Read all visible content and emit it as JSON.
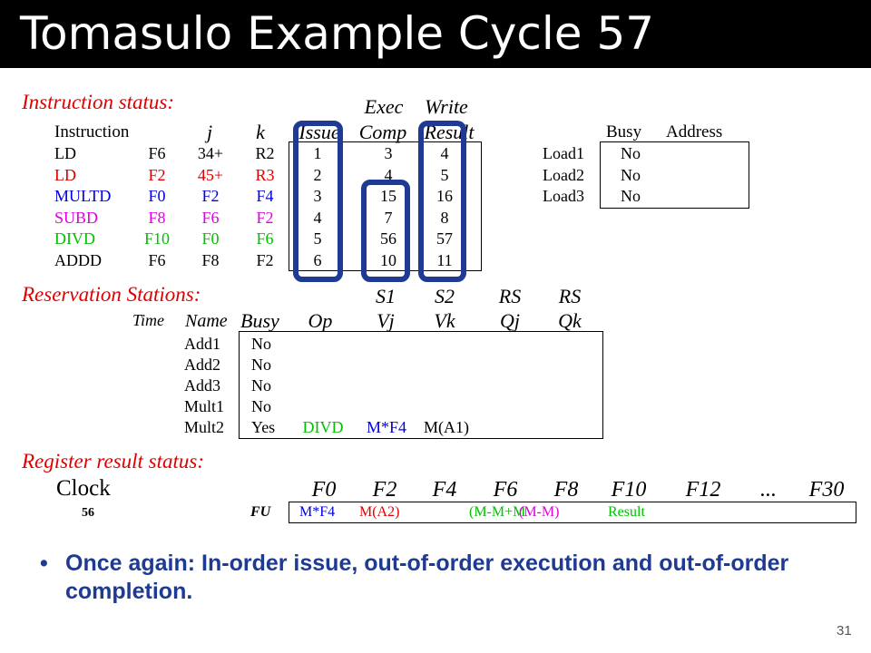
{
  "title": "Tomasulo Example Cycle 57",
  "slide_number": "31",
  "colors": {
    "red": "#e00000",
    "blue": "#0000e0",
    "magenta": "#e000e0",
    "green": "#00c000",
    "oval": "#1f3a93",
    "bullet": "#1f3a93"
  },
  "instruction_status": {
    "section_title": "Instruction status:",
    "col_headers": {
      "instruction": "Instruction",
      "j": "j",
      "k": "k",
      "issue": "Issue",
      "exec_top": "Exec",
      "exec_bottom": "Comp",
      "write_top": "Write",
      "write_bottom": "Result"
    },
    "rows": [
      {
        "op": "LD",
        "dest": "F6",
        "j": "34+",
        "k": "R2",
        "issue": "1",
        "exec": "3",
        "write": "4",
        "color": "black"
      },
      {
        "op": "LD",
        "dest": "F2",
        "j": "45+",
        "k": "R3",
        "issue": "2",
        "exec": "4",
        "write": "5",
        "color": "red"
      },
      {
        "op": "MULTD",
        "dest": "F0",
        "j": "F2",
        "k": "F4",
        "issue": "3",
        "exec": "15",
        "write": "16",
        "color": "blue"
      },
      {
        "op": "SUBD",
        "dest": "F8",
        "j": "F6",
        "k": "F2",
        "issue": "4",
        "exec": "7",
        "write": "8",
        "color": "magenta"
      },
      {
        "op": "DIVD",
        "dest": "F10",
        "j": "F0",
        "k": "F6",
        "issue": "5",
        "exec": "56",
        "write": "57",
        "color": "green"
      },
      {
        "op": "ADDD",
        "dest": "F6",
        "j": "F8",
        "k": "F2",
        "issue": "6",
        "exec": "10",
        "write": "11",
        "color": "black"
      }
    ]
  },
  "load_buffers": {
    "headers": {
      "busy": "Busy",
      "address": "Address"
    },
    "rows": [
      {
        "name": "Load1",
        "busy": "No",
        "address": ""
      },
      {
        "name": "Load2",
        "busy": "No",
        "address": ""
      },
      {
        "name": "Load3",
        "busy": "No",
        "address": ""
      }
    ]
  },
  "reservation_stations": {
    "section_title": "Reservation Stations:",
    "top_headers": {
      "s1": "S1",
      "s2": "S2",
      "rs1": "RS",
      "rs2": "RS"
    },
    "headers": {
      "time": "Time",
      "name": "Name",
      "busy": "Busy",
      "op": "Op",
      "vj": "Vj",
      "vk": "Vk",
      "qj": "Qj",
      "qk": "Qk"
    },
    "rows": [
      {
        "time": "",
        "name": "Add1",
        "busy": "No",
        "op": "",
        "vj": "",
        "vk": "",
        "qj": "",
        "qk": ""
      },
      {
        "time": "",
        "name": "Add2",
        "busy": "No",
        "op": "",
        "vj": "",
        "vk": "",
        "qj": "",
        "qk": ""
      },
      {
        "time": "",
        "name": "Add3",
        "busy": "No",
        "op": "",
        "vj": "",
        "vk": "",
        "qj": "",
        "qk": ""
      },
      {
        "time": "",
        "name": "Mult1",
        "busy": "No",
        "op": "",
        "vj": "",
        "vk": "",
        "qj": "",
        "qk": ""
      },
      {
        "time": "",
        "name": "Mult2",
        "busy": "Yes",
        "op": "DIVD",
        "vj": "M*F4",
        "vk": "M(A1)",
        "qj": "",
        "qk": ""
      }
    ]
  },
  "register_status": {
    "section_title": "Register result status:",
    "clock_label": "Clock",
    "clock_value": "56",
    "fu_label": "FU",
    "registers": [
      "F0",
      "F2",
      "F4",
      "F6",
      "F8",
      "F10",
      "F12",
      "...",
      "F30"
    ],
    "values": [
      "M*F4",
      "M(A2)",
      "",
      "(M-M+M",
      "(M-M)",
      "Result",
      "",
      "",
      ""
    ]
  },
  "bullet": "Once again: In-order issue, out-of-order execution and out-of-order completion."
}
